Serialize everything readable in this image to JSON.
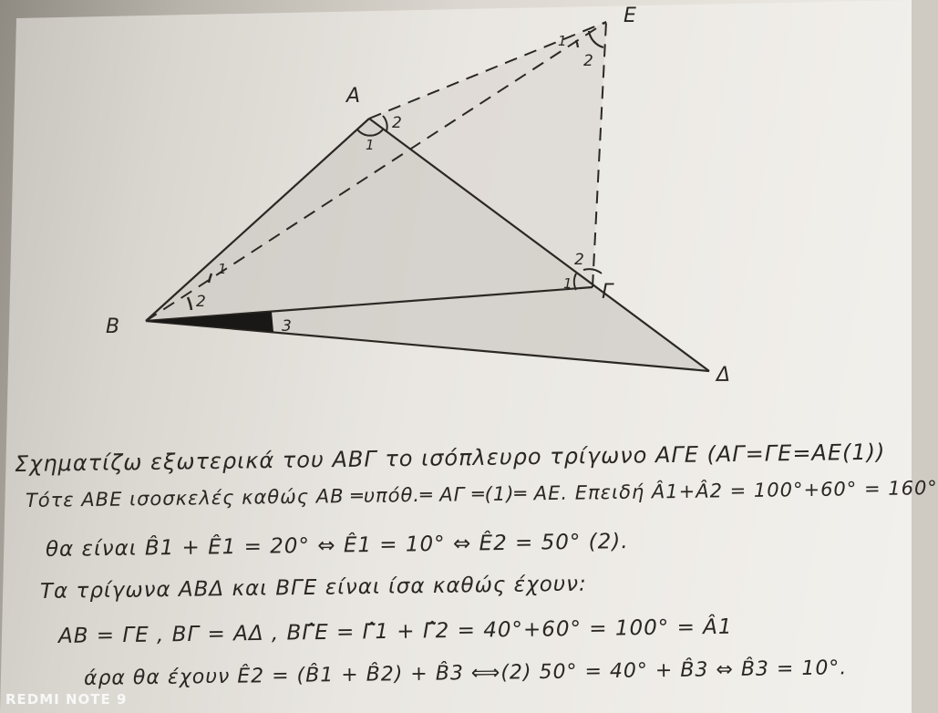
{
  "figure": {
    "vertex_labels": {
      "A": "A",
      "B": "B",
      "G": "Γ",
      "D": "Δ",
      "E": "E"
    },
    "angle_marks": {
      "A1": "1",
      "A2": "2",
      "B1": "1",
      "B2": "2",
      "B3": "3",
      "G1": "1",
      "G2": "2",
      "E1": "1",
      "E2": "2"
    }
  },
  "text_lines": [
    "Σχηματίζω εξωτερικά του ABΓ το ισόπλευρο τρίγωνο AΓE (AΓ=ΓE=AE(1))",
    "Τότε ABE ισοσκελές καθώς AB ═υπόθ.═ AΓ ═(1)═ AE. Επειδή Â1+Â2 = 100°+60° = 160°",
    "θα είναι B̂1 + Ê1 = 20° ⇔ Ê1 = 10° ⇔ Ê2 = 50° (2).",
    "Τα τρίγωνα ABΔ και BΓE είναι ίσα καθώς έχουν:",
    "AB = ΓE ,  BΓ = AΔ ,  BΓ̂E = Γ̂1 + Γ̂2 = 40°+60° = 100° = Â1",
    "άρα θα έχουν  Ê2 = (B̂1 + B̂2) + B̂3  ⟺(2)  50° = 40° + B̂3 ⇔ B̂3 = 10°."
  ],
  "watermark": "REDMI NOTE 9"
}
